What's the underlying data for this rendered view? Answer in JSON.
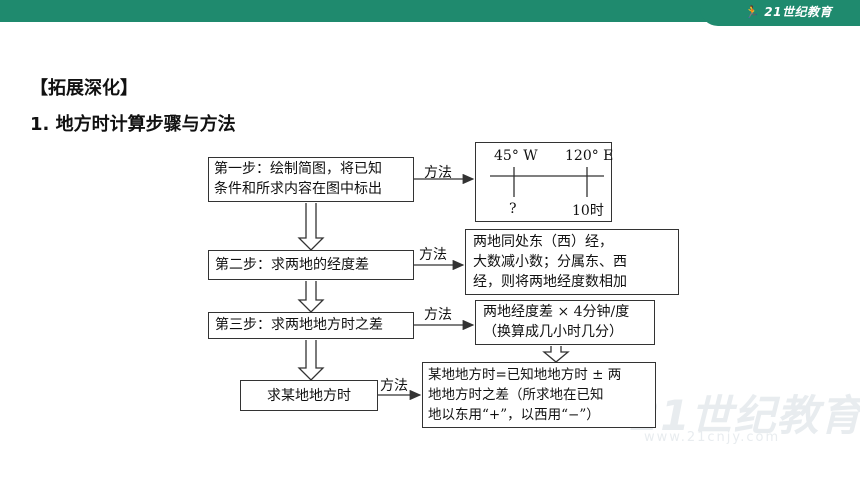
{
  "brand": {
    "logo_text": "21世纪教育",
    "accent": "#1f8a6e"
  },
  "heading": "【拓展深化】",
  "subheading": "1.  地方时计算步骤与方法",
  "watermark": {
    "text": "21世纪教育",
    "sub": "www.21cnjy.com"
  },
  "flow": {
    "method_label": "方法",
    "steps": [
      {
        "lines": [
          "第一步：绘制简图，将已知",
          "条件和所求内容在图中标出"
        ]
      },
      {
        "lines": [
          "第二步：求两地的经度差"
        ]
      },
      {
        "lines": [
          "第三步：求两地地方时之差"
        ]
      },
      {
        "lines": [
          "求某地地方时"
        ]
      }
    ],
    "map": {
      "left_label": "45° W",
      "right_label": "120° E",
      "unknown": "?",
      "known_time": "10时"
    },
    "results": [
      {
        "lines": [
          "两地同处东（西）经，",
          "大数减小数；分属东、西",
          "经，则将两地经度数相加"
        ]
      },
      {
        "lines": [
          "两地经度差 × 4分钟/度",
          "（换算成几小时几分）"
        ]
      },
      {
        "lines": [
          "某地地方时=已知地地方时 ± 两",
          "地地方时之差（所求地在已知",
          "地以东用“+”，以西用“−”）"
        ]
      }
    ]
  }
}
